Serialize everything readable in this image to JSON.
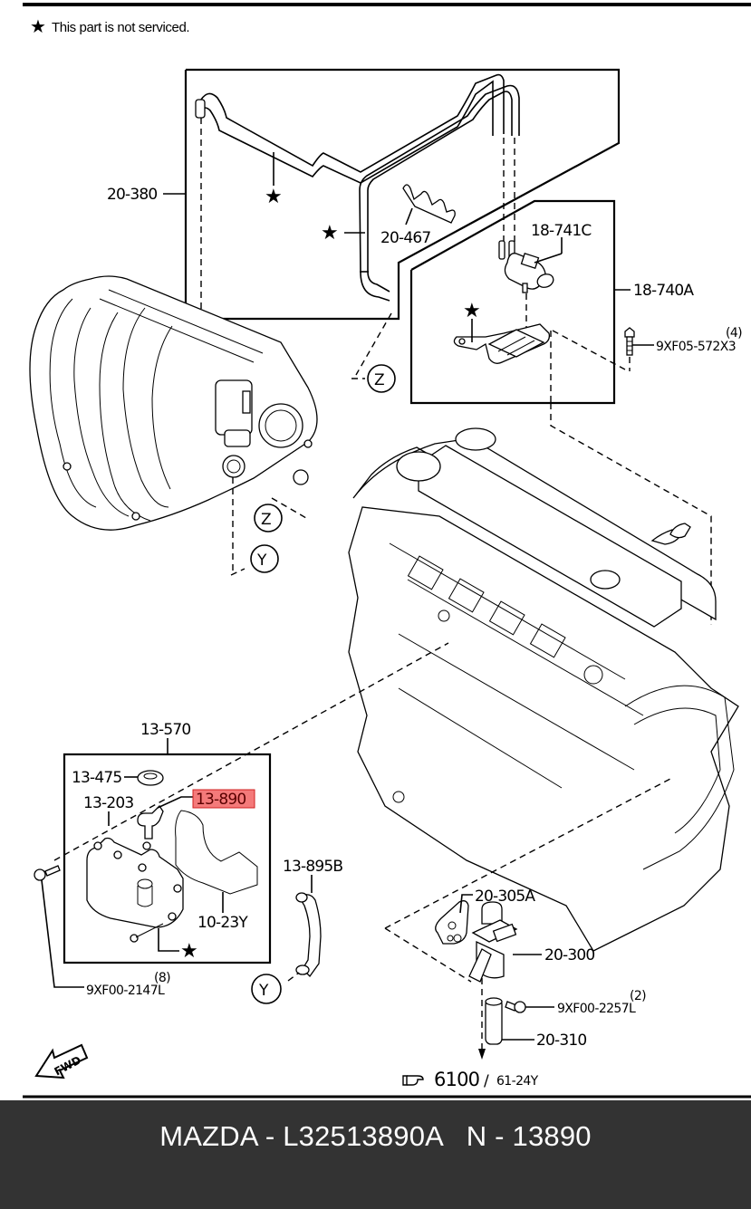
{
  "legend": {
    "star_symbol": "★",
    "text": "This part is not serviced."
  },
  "callouts": {
    "p20_380": "20-380",
    "p20_467": "20-467",
    "p18_741C": "18-741C",
    "p18_740A": "18-740A",
    "p9XF05_572X3": "9XF05-572X3",
    "p9XF05_572X3_qty": "(4)",
    "p13_570": "13-570",
    "p13_475": "13-475",
    "p13_203": "13-203",
    "p13_890": "13-890",
    "p10_23Y": "10-23Y",
    "p13_895B": "13-895B",
    "p9XF00_2147L": "9XF00-2147L",
    "p9XF00_2147L_qty": "(8)",
    "p20_305A": "20-305A",
    "p20_300": "20-300",
    "p9XF00_2257L": "9XF00-2257L",
    "p9XF00_2257L_qty": "(2)",
    "p20_310": "20-310"
  },
  "highlight": {
    "part": "13-890",
    "color": "#f47a7a",
    "border": "#d02020"
  },
  "connectors": {
    "z": "Z",
    "y": "Y"
  },
  "reference": {
    "icon": "pointing-hand-icon",
    "main": "6100",
    "separator": "/",
    "sub": "61-24Y"
  },
  "fwd_arrow": {
    "label": "FWD"
  },
  "footer": {
    "title": "MAZDA - L32513890A   N - 13890",
    "background": "#333333"
  }
}
